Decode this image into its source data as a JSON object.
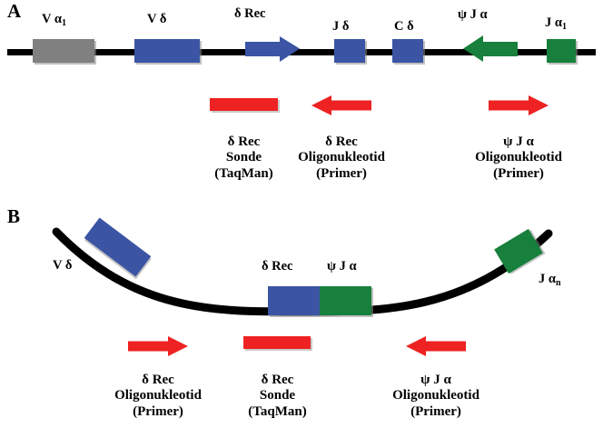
{
  "figure": {
    "panel_a_letter": "A",
    "panel_b_letter": "B"
  },
  "colors": {
    "gray": "#808080",
    "blue": "#3b55a4",
    "green": "#17803c",
    "red": "#ee2222",
    "line": "#000000"
  },
  "panel_a": {
    "genes": [
      {
        "label_main": "V α",
        "label_sub": "1",
        "shape": "rect",
        "color": "gray"
      },
      {
        "label_main": "V δ",
        "label_sub": "",
        "shape": "rect",
        "color": "blue"
      },
      {
        "label_main": "δ Rec",
        "label_sub": "",
        "shape": "arrow-right",
        "color": "blue"
      },
      {
        "label_main": "J δ",
        "label_sub": "",
        "shape": "rect",
        "color": "blue"
      },
      {
        "label_main": "C δ",
        "label_sub": "",
        "shape": "rect",
        "color": "blue"
      },
      {
        "label_main": "ψ J α",
        "label_sub": "",
        "shape": "arrow-left",
        "color": "green"
      },
      {
        "label_main": "J α",
        "label_sub": "1",
        "shape": "rect",
        "color": "green"
      }
    ],
    "oligos": [
      {
        "marker": "bar",
        "line1": "δ Rec",
        "line2": "Sonde",
        "line3": "(TaqMan)"
      },
      {
        "marker": "arrow-left",
        "line1": "δ Rec",
        "line2": "Oligonukleotid",
        "line3": "(Primer)"
      },
      {
        "marker": "arrow-right",
        "line1": "ψ J α",
        "line2": "Oligonukleotid",
        "line3": "(Primer)"
      }
    ]
  },
  "panel_b": {
    "genes": [
      {
        "label_main": "V δ",
        "label_sub": "",
        "color": "blue"
      },
      {
        "label_main": "δ Rec",
        "label_sub": "",
        "color": "blue"
      },
      {
        "label_main": "ψ J α",
        "label_sub": "",
        "color": "green"
      },
      {
        "label_main": "J α",
        "label_sub": "n",
        "color": "green"
      }
    ],
    "oligos": [
      {
        "marker": "arrow-right",
        "line1": "δ Rec",
        "line2": "Oligonukleotid",
        "line3": "(Primer)"
      },
      {
        "marker": "bar",
        "line1": "δ Rec",
        "line2": "Sonde",
        "line3": "(TaqMan)"
      },
      {
        "marker": "arrow-left",
        "line1": "ψ J α",
        "line2": "Oligonukleotid",
        "line3": "(Primer)"
      }
    ]
  }
}
